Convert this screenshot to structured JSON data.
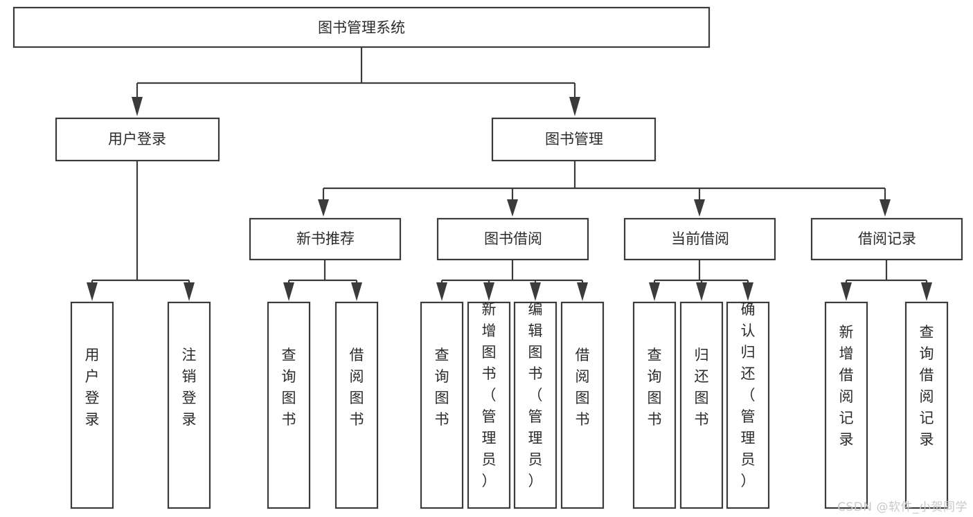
{
  "diagram": {
    "type": "tree-hierarchy",
    "title": "图书管理系统",
    "orientation": "top-down",
    "colors": {
      "box_stroke": "#3b3b3b",
      "box_fill": "#ffffff",
      "text": "#2b2b2b",
      "background": "#ffffff",
      "watermark": "#c9c9c9"
    },
    "root": {
      "label": "图书管理系统"
    },
    "level2": [
      {
        "label": "用户登录"
      },
      {
        "label": "图书管理"
      }
    ],
    "level3": [
      {
        "label": "新书推荐"
      },
      {
        "label": "图书借阅"
      },
      {
        "label": "当前借阅"
      },
      {
        "label": "借阅记录"
      }
    ],
    "leaves": {
      "user_login": [
        {
          "label": "用户登录"
        },
        {
          "label": "注销登录"
        }
      ],
      "new_book_recommend": [
        {
          "label": "查询图书"
        },
        {
          "label": "借阅图书"
        }
      ],
      "book_borrow": [
        {
          "label": "查询图书"
        },
        {
          "label": "新增图书（管理员）"
        },
        {
          "label": "编辑图书（管理员）"
        },
        {
          "label": "借阅图书"
        }
      ],
      "current_borrow": [
        {
          "label": "查询图书"
        },
        {
          "label": "归还图书"
        },
        {
          "label": "确认归还（管理员）"
        }
      ],
      "borrow_record": [
        {
          "label": "新增借阅记录"
        },
        {
          "label": "查询借阅记录"
        }
      ]
    }
  },
  "watermark": {
    "text": "CSDN @软件_小贺同学"
  }
}
